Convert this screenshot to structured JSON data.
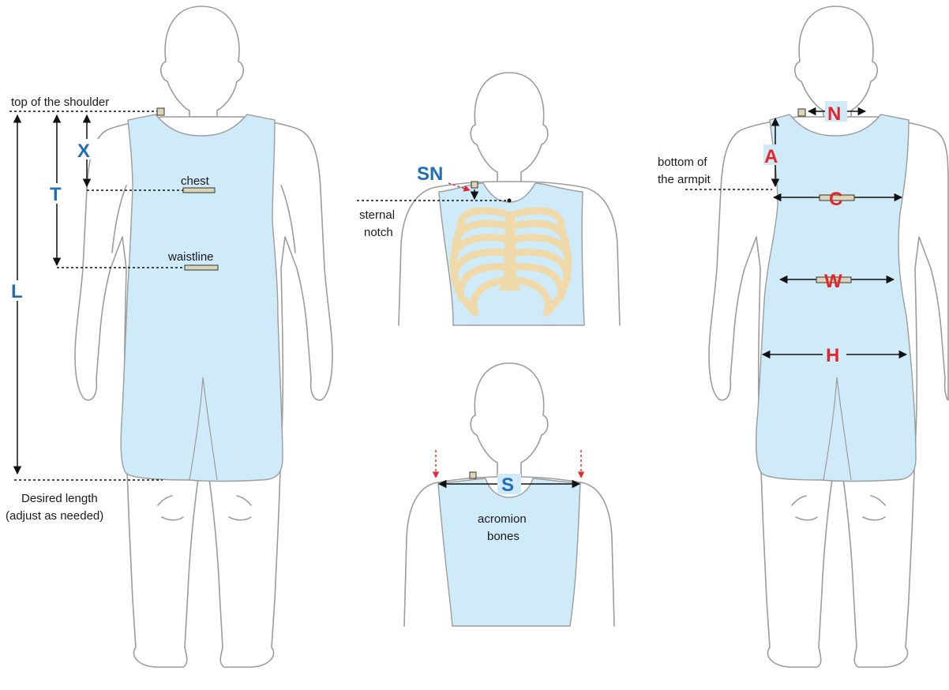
{
  "colors": {
    "gown": "#cfeaf8",
    "outline": "#9c9c9c",
    "label_blue": "#1f6eb6",
    "label_red": "#e3262b",
    "marker": "#dcd6b4",
    "bone": "#efd9a9"
  },
  "left_figure": {
    "top_of_shoulder": "top of the shoulder",
    "chest": "chest",
    "waistline": "waistline",
    "desired_length_line1": "Desired length",
    "desired_length_line2": "(adjust as needed)",
    "X": "X",
    "T": "T",
    "L": "L"
  },
  "middle_top_figure": {
    "SN": "SN",
    "sternal_line1": "sternal",
    "sternal_line2": "notch"
  },
  "middle_bottom_figure": {
    "S": "S",
    "acromion_line1": "acromion",
    "acromion_line2": "bones"
  },
  "right_figure": {
    "armpit_line1": "bottom of",
    "armpit_line2": "the armpit",
    "N": "N",
    "A": "A",
    "C": "C",
    "W": "W",
    "H": "H"
  }
}
